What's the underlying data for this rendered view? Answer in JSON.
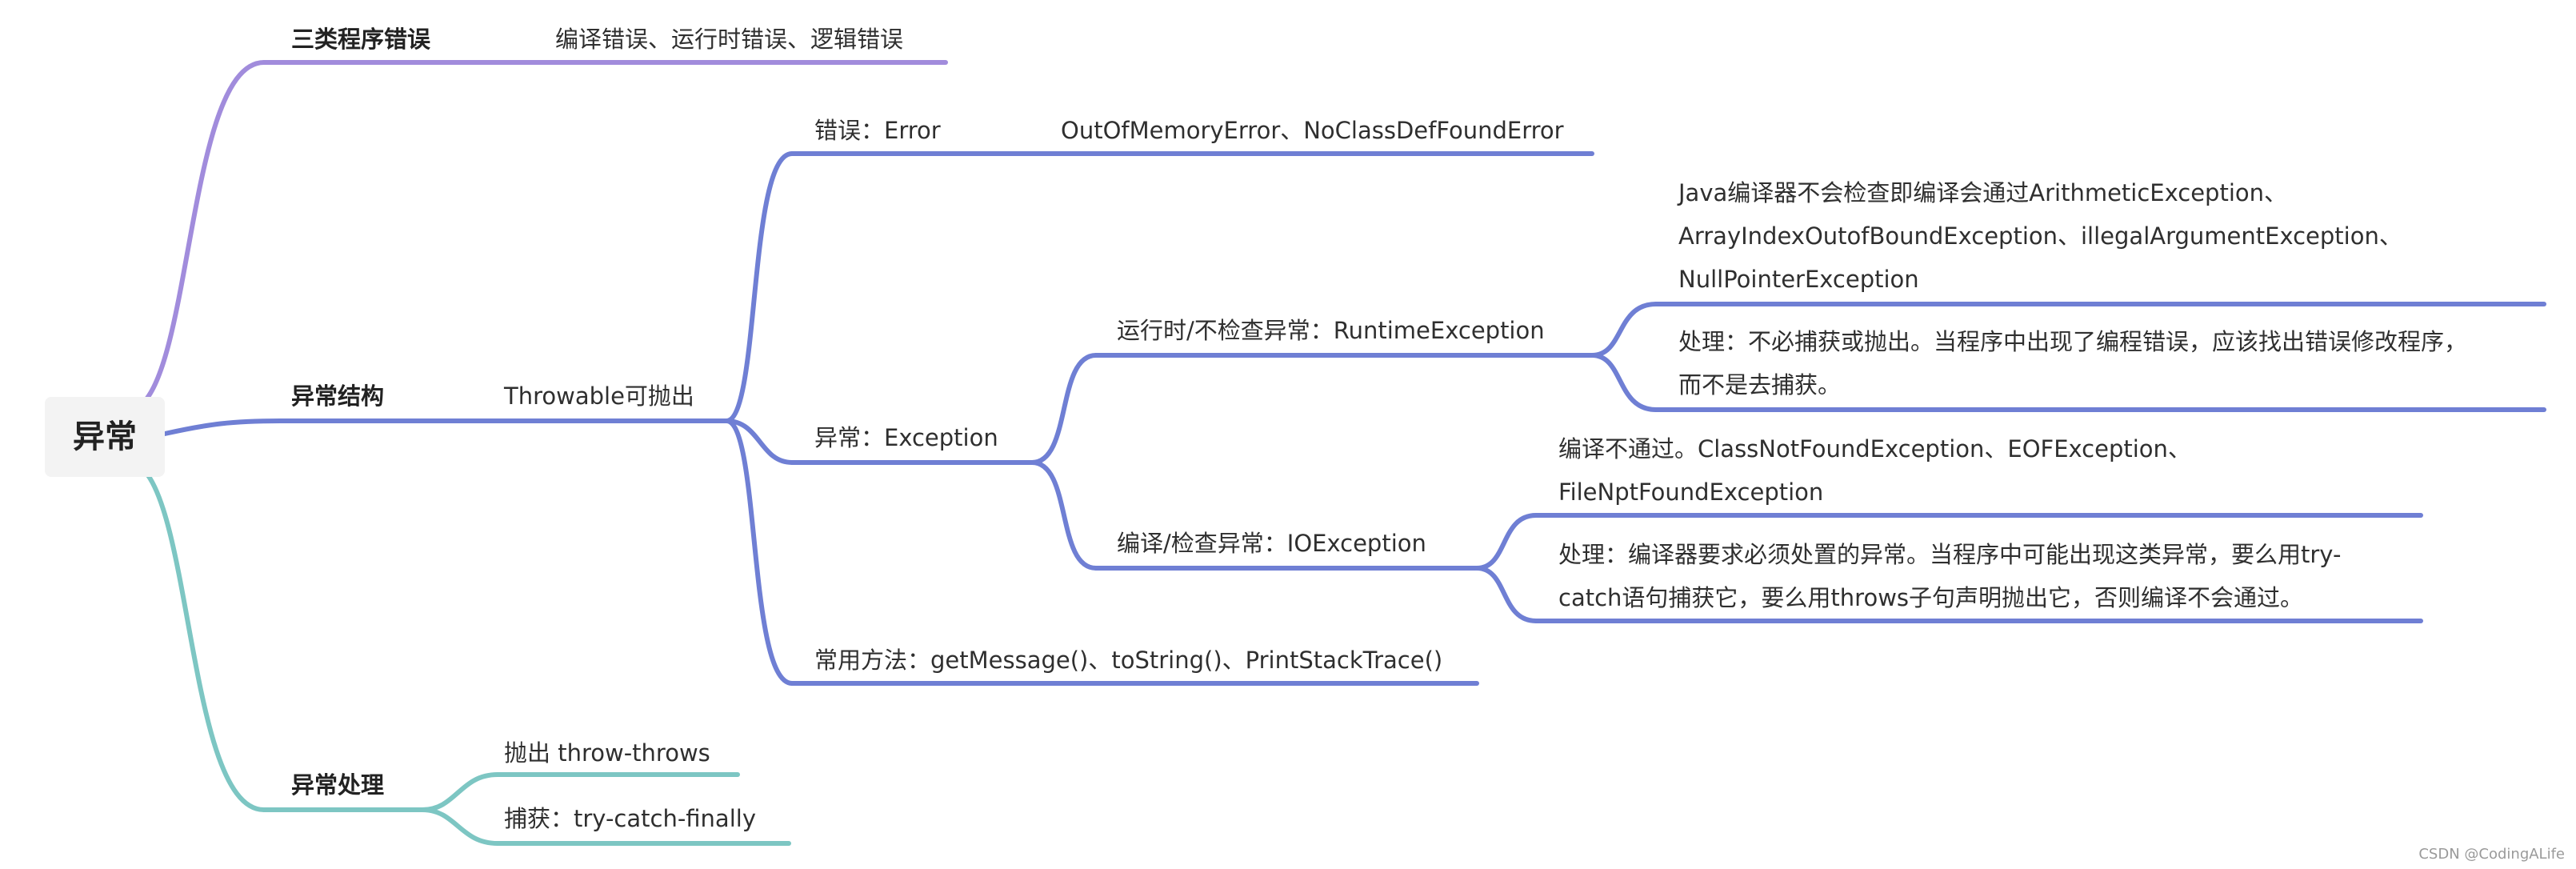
{
  "root": {
    "label": "异常"
  },
  "branches": {
    "error_types": {
      "label": "三类程序错误",
      "detail": "编译错误、运行时错误、逻辑错误"
    },
    "structure": {
      "label": "异常结构",
      "throwable": "Throwable可抛出",
      "error": {
        "label": "错误：Error",
        "detail": "OutOfMemoryError、NoClassDefFoundError"
      },
      "exception": {
        "label": "异常：Exception",
        "runtime": {
          "label": "运行时/不检查异常：RuntimeException",
          "note_lines": [
            "Java编译器不会检查即编译会通过ArithmeticException、",
            "ArrayIndexOutofBoundException、illegalArgumentException、",
            "NullPointerException"
          ],
          "handling_lines": [
            "处理：不必捕获或抛出。当程序中出现了编程错误，应该找出错误修改程序，",
            "而不是去捕获。"
          ]
        },
        "checked": {
          "label": "编译/检查异常：IOException",
          "note_lines": [
            "编译不通过。ClassNotFoundException、EOFException、",
            "FileNptFoundException"
          ],
          "handling_lines": [
            "处理：编译器要求必须处置的异常。当程序中可能出现这类异常，要么用try-",
            "catch语句捕获它，要么用throws子句声明抛出它，否则编译不会通过。"
          ]
        }
      },
      "methods": "常用方法：getMessage()、toString()、PrintStackTrace()"
    },
    "handling": {
      "label": "异常处理",
      "throw": "抛出 throw-throws",
      "catch": "捕获：try-catch-finally"
    }
  },
  "colors": {
    "purple": "#a18cdc",
    "blue": "#6f7fd4",
    "teal": "#7dc6c3"
  },
  "watermark": "CSDN @CodingALife"
}
